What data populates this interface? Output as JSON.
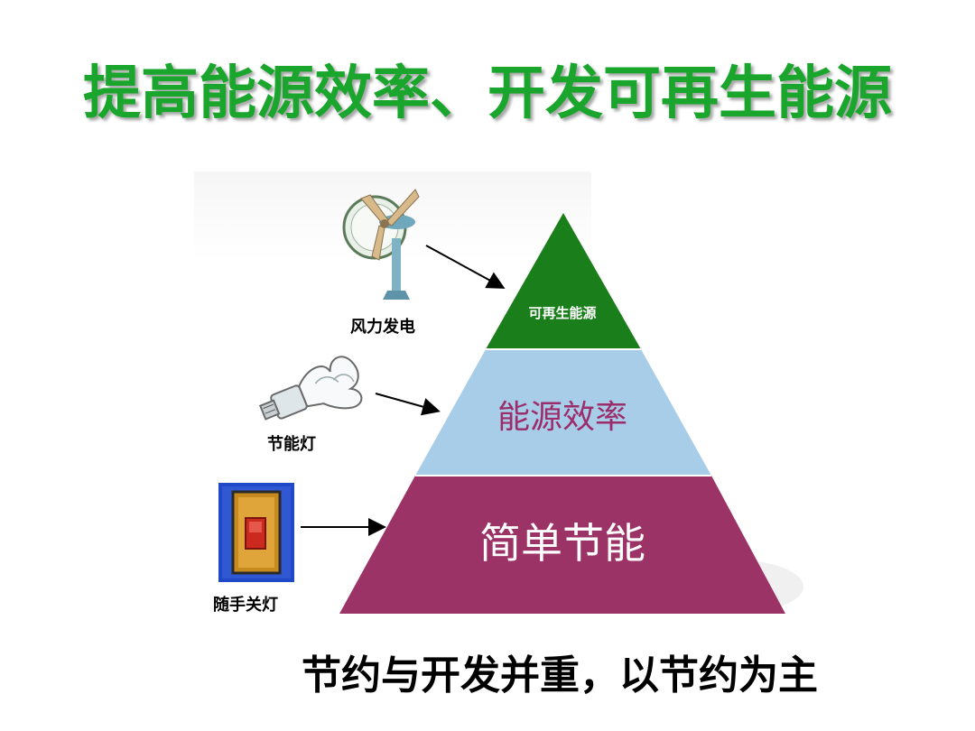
{
  "title": "提高能源效率、开发可再生能源",
  "footer": "节约与开发并重，以节约为主",
  "pyramid": {
    "top": {
      "label": "可再生能源",
      "color": "#1a7f1a",
      "text_color": "#ffffff"
    },
    "middle": {
      "label": "能源效率",
      "color": "#a8cde8",
      "text_color": "#9c2d6b"
    },
    "bottom": {
      "label": "简单节能",
      "color": "#9c3366",
      "text_color": "#ffffff"
    }
  },
  "examples": [
    {
      "label": "风力发电",
      "icon": "wind-turbine-icon"
    },
    {
      "label": "节能灯",
      "icon": "energy-saving-bulb-icon"
    },
    {
      "label": "随手关灯",
      "icon": "light-switch-icon"
    }
  ]
}
